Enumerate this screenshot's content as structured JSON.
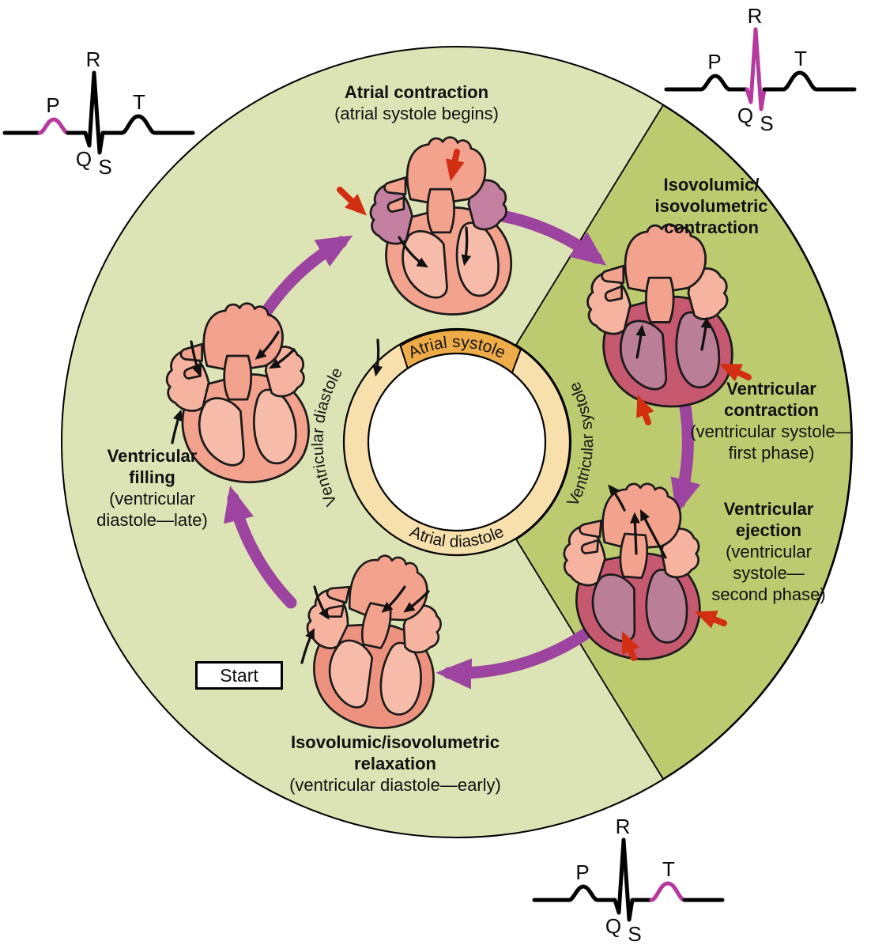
{
  "figure": {
    "kind": "cardiac-cycle-diagram"
  },
  "ring": {
    "atrial_systole": "Atrial systole",
    "atrial_diastole": "Atrial diastole",
    "ventricular_diastole": "Ventricular diastole",
    "ventricular_systole": "Ventricular systole"
  },
  "start_label": "Start",
  "stages": [
    {
      "name": "atrial-contraction",
      "title_lines": [
        "Atrial contraction"
      ],
      "sub_lines": [
        "(atrial systole begins)"
      ]
    },
    {
      "name": "isovolumic-isovolumetric-contraction",
      "title_lines": [
        "Isovolumic/",
        "isovolumetric",
        "contraction"
      ],
      "sub_lines": []
    },
    {
      "name": "ventricular-contraction",
      "title_lines": [
        "Ventricular",
        "contraction"
      ],
      "sub_lines": [
        "(ventricular systole—",
        "first phase)"
      ]
    },
    {
      "name": "ventricular-ejection",
      "title_lines": [
        "Ventricular",
        "ejection"
      ],
      "sub_lines": [
        "(ventricular",
        "systole—",
        "second phase)"
      ]
    },
    {
      "name": "isovolumic-isovolumetric-relaxation",
      "title_lines": [
        "Isovolumic/isovolumetric",
        "relaxation"
      ],
      "sub_lines": [
        "(ventricular diastole—early)"
      ]
    },
    {
      "name": "ventricular-filling",
      "title_lines": [
        "Ventricular",
        "filling"
      ],
      "sub_lines": [
        "(ventricular",
        "diastole—late)"
      ]
    }
  ],
  "ecg": {
    "wave_labels": {
      "p": "P",
      "q": "Q",
      "r": "R",
      "s": "S",
      "t": "T"
    },
    "traces": [
      {
        "position": "top-left",
        "highlighted_wave": "P"
      },
      {
        "position": "top-right",
        "highlighted_wave": "QRS"
      },
      {
        "position": "bottom-right",
        "highlighted_wave": "T"
      }
    ]
  },
  "colors": {
    "diastole_region": "#DCE3B4",
    "systole_region": "#BDCB70",
    "ring_band": "#F8E0AC",
    "ring_atrial_systole_segment": "#EEAC49",
    "cycle_arrow_purple": "#9C44A0",
    "contraction_arrow_red": "#D22F12",
    "ecg_highlight_magenta": "#B5399E",
    "heart_wall_salmon": "#F3A28E",
    "heart_chamber_pink": "#F7BCA9",
    "contracted_atria_mauve": "#C480A0",
    "contracted_ventricle_rose": "#C6586F",
    "contracted_ventricle_cavity": "#BB7E97",
    "relaxed_ventricle_coral": "#EE9280"
  }
}
